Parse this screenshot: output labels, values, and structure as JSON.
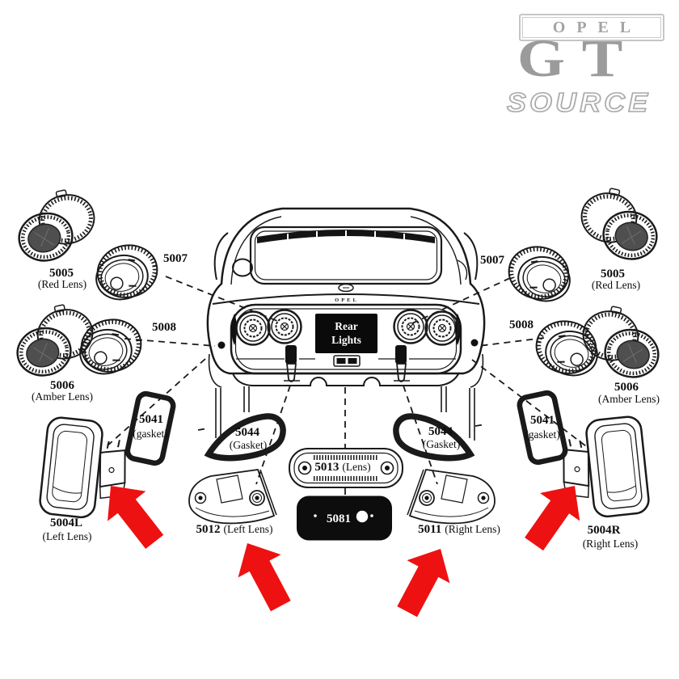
{
  "brand": {
    "badge": "OPEL",
    "model": "GT",
    "suffix": "SOURCE"
  },
  "car": {
    "trunk_badge": "OPEL",
    "plate_line1": "Rear",
    "plate_line2": "Lights"
  },
  "callouts": {
    "left_5005_num": "5005",
    "left_5005_desc": "(Red Lens)",
    "left_5006_num": "5006",
    "left_5006_desc": "(Amber Lens)",
    "left_5007": "5007",
    "left_5008": "5008",
    "right_5005_num": "5005",
    "right_5005_desc": "(Red Lens)",
    "right_5006_num": "5006",
    "right_5006_desc": "(Amber Lens)",
    "right_5007": "5007",
    "right_5008": "5008",
    "left_5041_num": "5041",
    "left_5041_desc": "(gasket)",
    "right_5041_num": "5041",
    "right_5041_desc": "(gasket)",
    "left_5044_num": "5044",
    "left_5044_desc": "(Gasket)",
    "right_5044_num": "5044",
    "right_5044_desc": "(Gasket)",
    "lens_5013_num": "5013",
    "lens_5013_desc": "(Lens)",
    "part_5081": "5081",
    "left_5012_num": "5012",
    "left_5012_desc": "(Left Lens)",
    "right_5011_num": "5011",
    "right_5011_desc": "(Right Lens)",
    "left_5004_num": "5004L",
    "left_5004_desc": "(Left Lens)",
    "right_5004_num": "5004R",
    "right_5004_desc": "(Right Lens)"
  },
  "colors": {
    "arrow_red": "#ee1111",
    "line": "#1a1a1a",
    "logo_gray": "#9b9b9b"
  }
}
